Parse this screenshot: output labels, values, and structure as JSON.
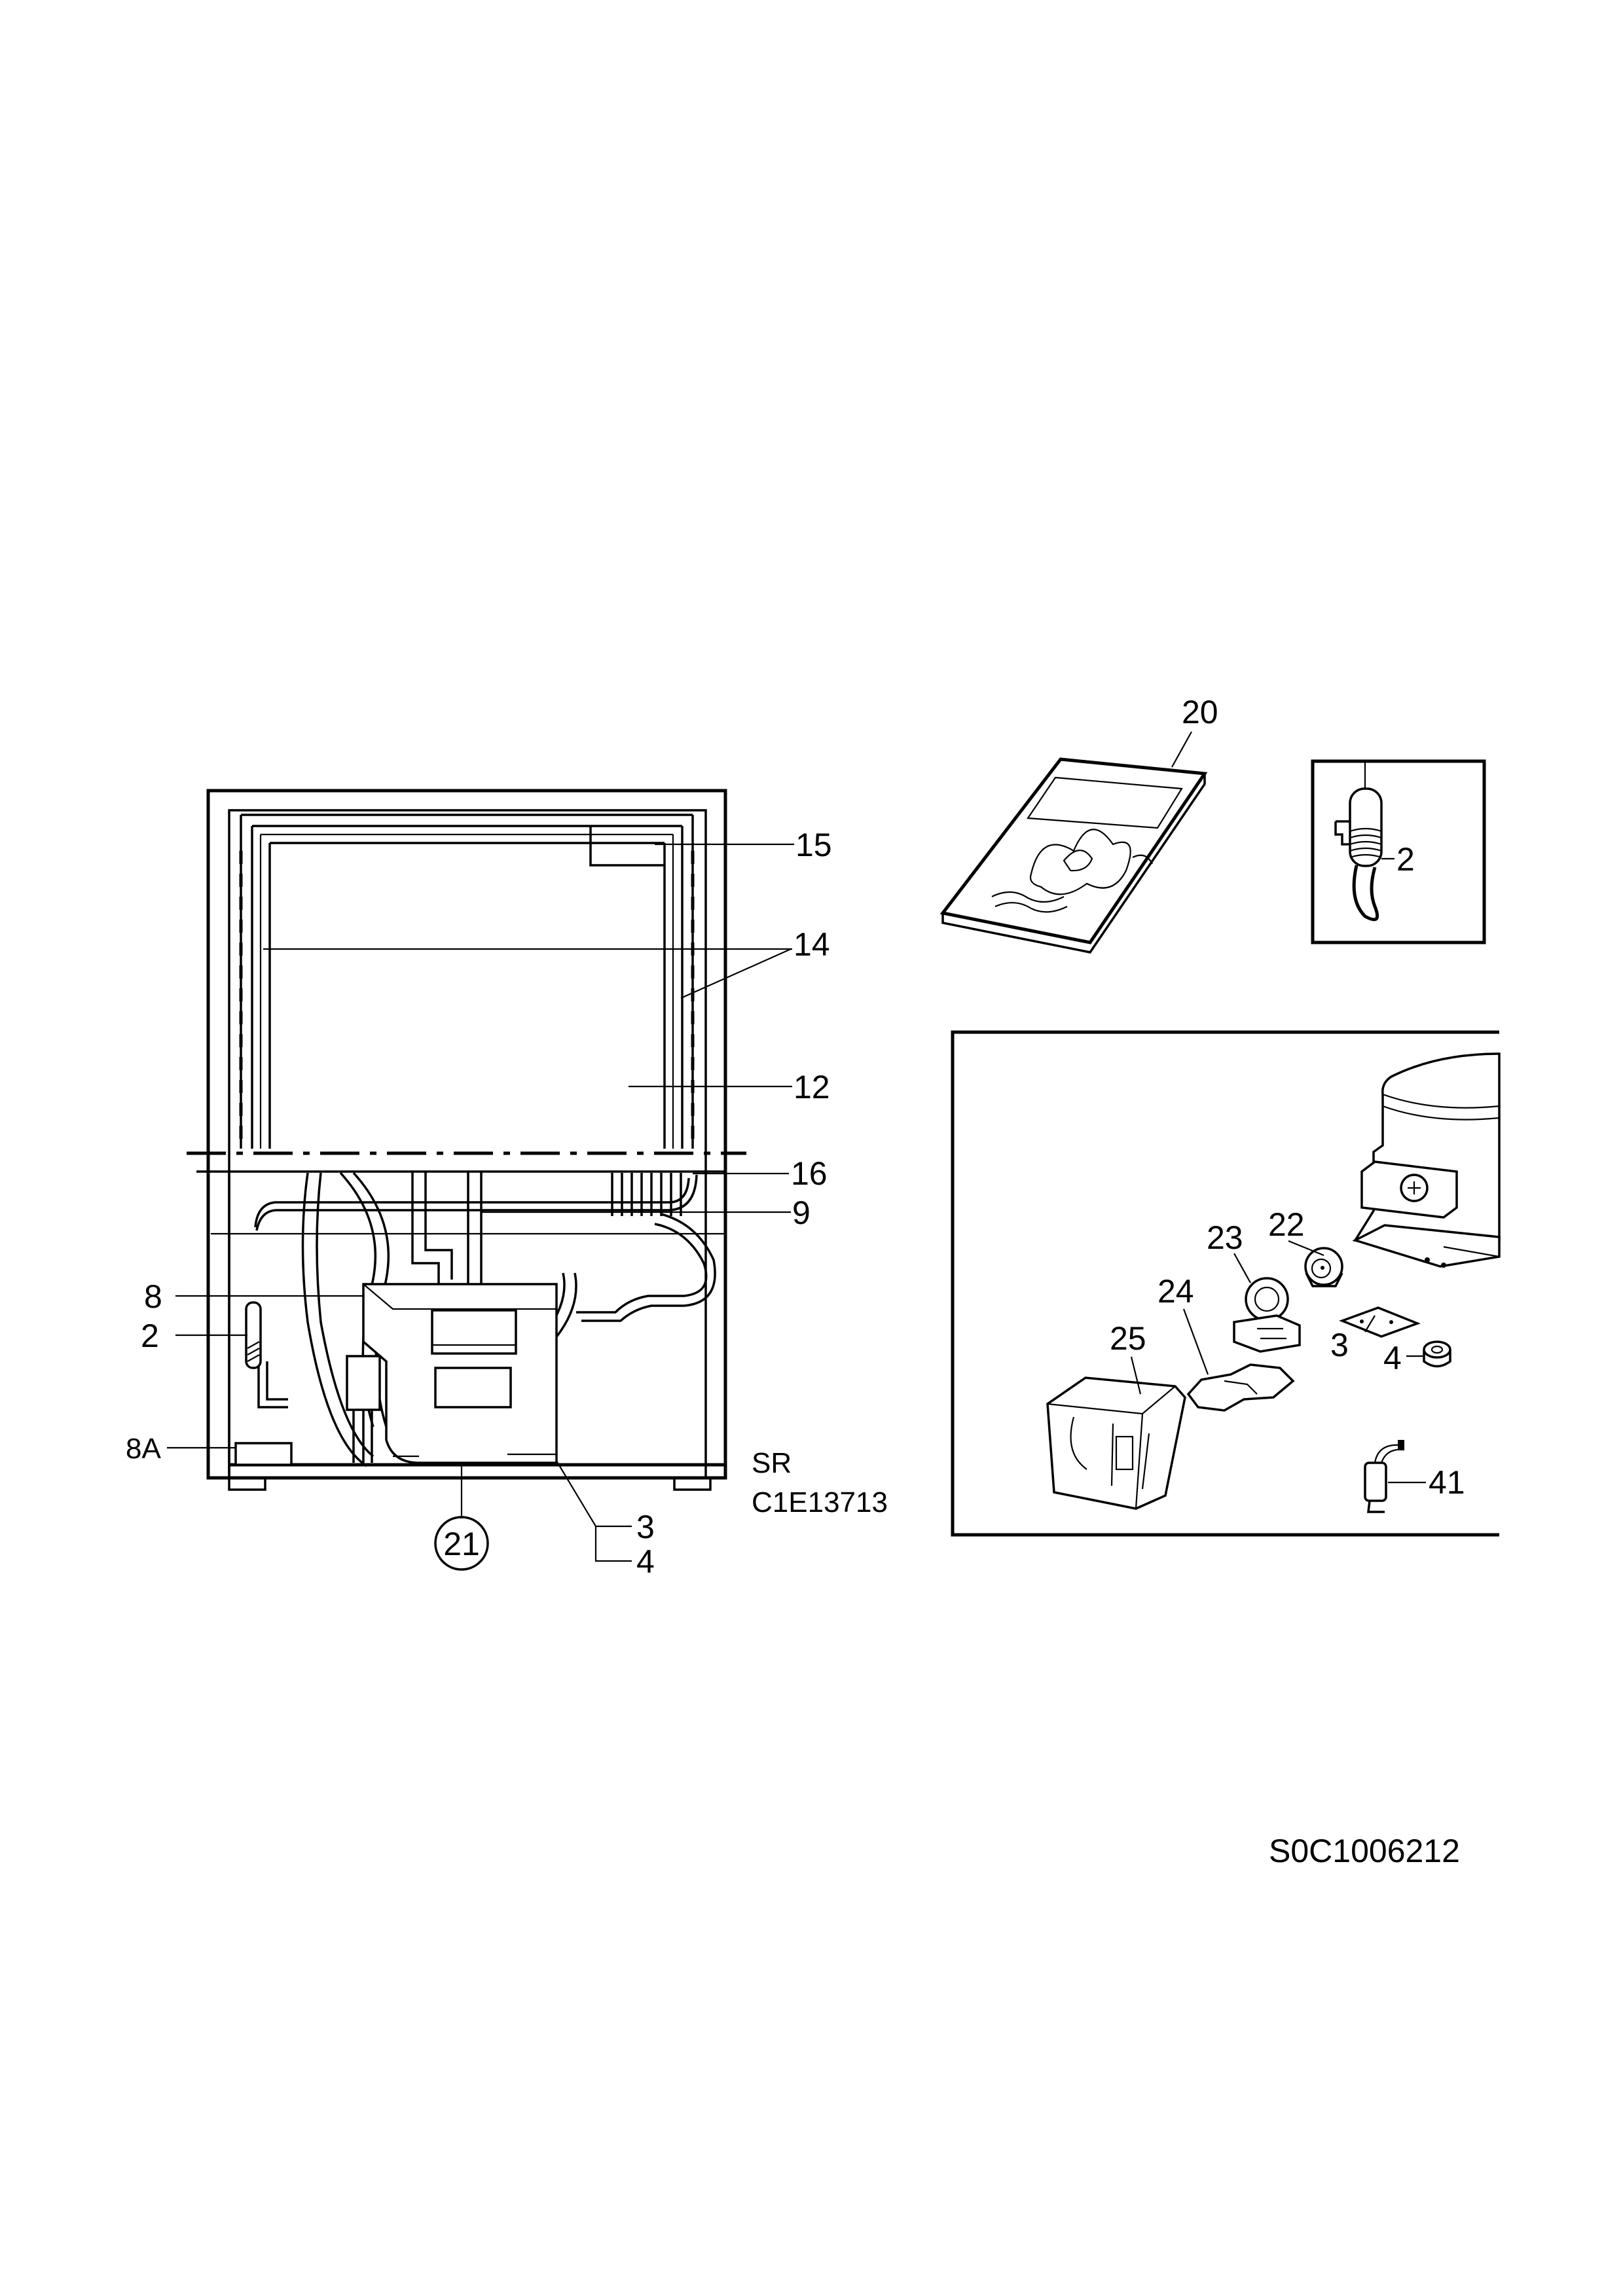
{
  "colors": {
    "ink": "#000000",
    "paper": "#ffffff"
  },
  "callouts": {
    "n15": "15",
    "n14": "14",
    "n12": "12",
    "n16": "16",
    "n9": "9",
    "n8": "8",
    "n2_left": "2",
    "n8a": "8A",
    "n21": "21",
    "n3_bottom": "3",
    "n4_bottom": "4",
    "n20": "20",
    "n2_right": "2",
    "n22": "22",
    "n23": "23",
    "n24": "24",
    "n25": "25",
    "n3_right": "3",
    "n4_right": "4",
    "n41": "41"
  },
  "codes": {
    "variant": "SR",
    "model_code": "C1E13713",
    "drawing_id": "S0C1006212"
  }
}
